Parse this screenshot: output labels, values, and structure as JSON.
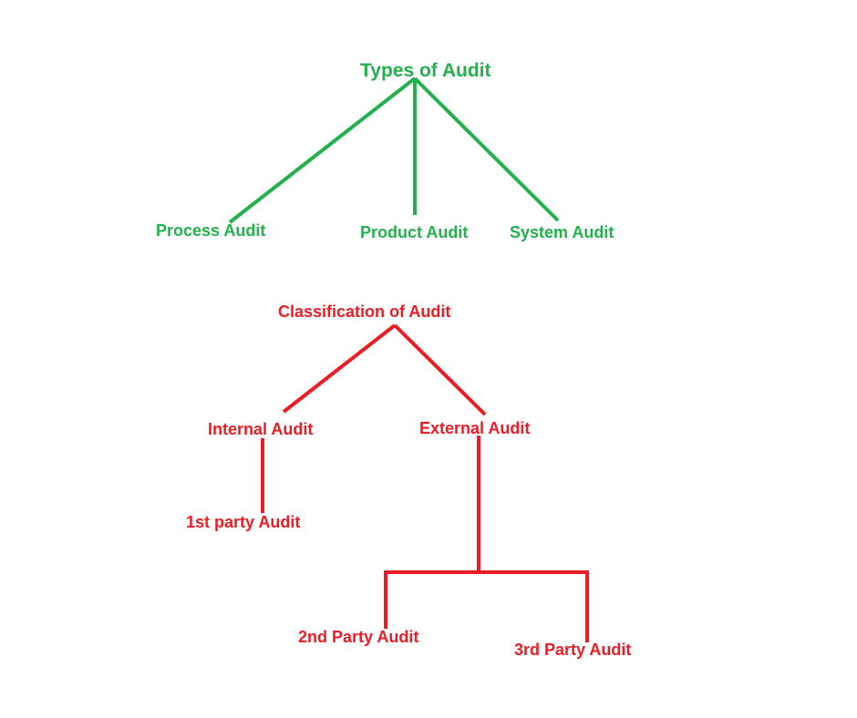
{
  "colors": {
    "types_tree": "#22b14c",
    "classification_tree": "#ed1c24",
    "background": "#ffffff"
  },
  "types_of_audit": {
    "title": "Types of Audit",
    "children": [
      "Process Audit",
      "Product Audit",
      "System Audit"
    ]
  },
  "classification_of_audit": {
    "title": "Classification of Audit",
    "internal": {
      "label": "Internal Audit",
      "children": [
        "1st party Audit"
      ]
    },
    "external": {
      "label": "External Audit",
      "children": [
        "2nd Party Audit",
        "3rd Party Audit"
      ]
    }
  }
}
